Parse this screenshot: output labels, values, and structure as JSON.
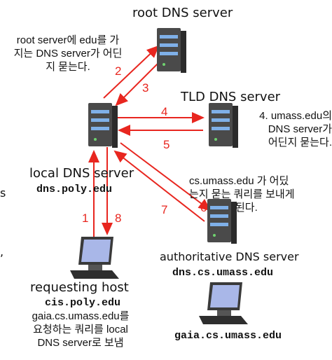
{
  "nodes": {
    "root": {
      "title": "root DNS server"
    },
    "tld": {
      "title": "TLD DNS server"
    },
    "local": {
      "title": "local DNS server",
      "host": "dns.poly.edu"
    },
    "auth": {
      "title": "authoritative DNS server",
      "host": "dns.cs.umass.edu"
    },
    "requesting": {
      "title": "requesting host",
      "host": "cis.poly.edu"
    },
    "target": {
      "host": "gaia.cs.umass.edu"
    }
  },
  "notes": {
    "root_query": [
      "root server에 edu를 가",
      "지는 DNS server가 어딘",
      "지 묻는다."
    ],
    "tld_query": [
      "4. umass.edu의",
      "DNS server가",
      "어딘지 묻는다."
    ],
    "auth_query": [
      "cs.umass.edu 가 어딨",
      "는지 묻는 쿼리를 보내게",
      "된다."
    ],
    "host_query": [
      "gaia.cs.umass.edu를",
      "요청하는 쿼리를 local",
      "DNS server로 보냄"
    ]
  },
  "steps": [
    "1",
    "2",
    "3",
    "4",
    "5",
    "6",
    "7",
    "8"
  ],
  "edge_fragments": [
    "s",
    ","
  ],
  "colors": {
    "arrow": "#e8261f",
    "server_body": "#4a4a4a",
    "server_light": "#7fb0e8"
  }
}
